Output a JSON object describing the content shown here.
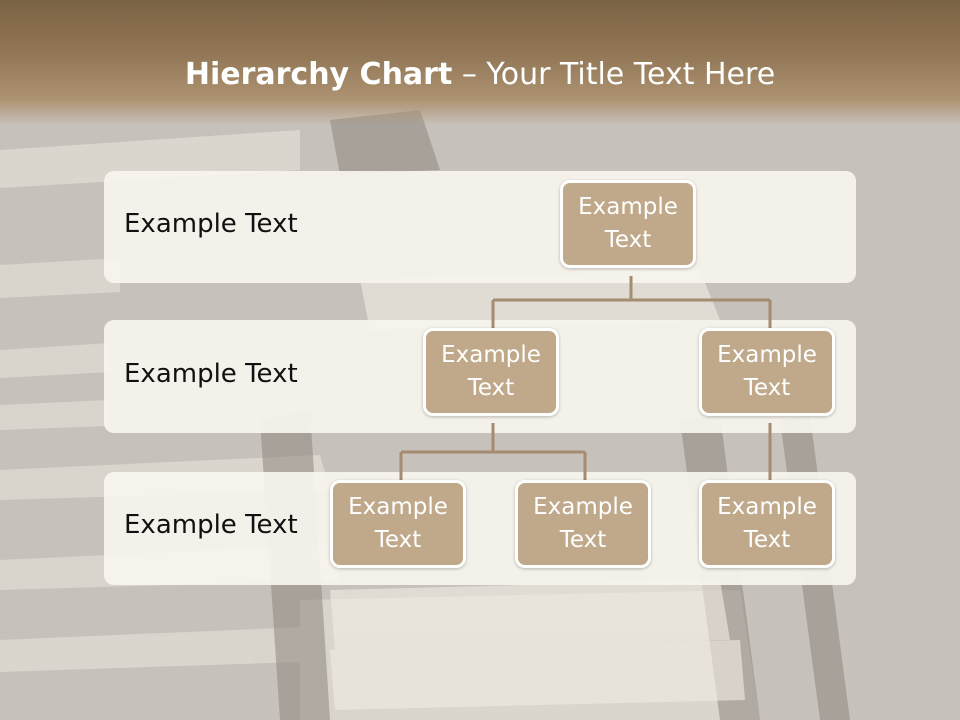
{
  "title": {
    "bold": "Hierarchy Chart",
    "rest": " – Your Title Text Here"
  },
  "levels": [
    {
      "label": "Example Text"
    },
    {
      "label": "Example Text"
    },
    {
      "label": "Example Text"
    }
  ],
  "nodes": {
    "root": "Example\nText",
    "l2_left": "Example\nText",
    "l2_right": "Example\nText",
    "l3_a": "Example\nText",
    "l3_b": "Example\nText",
    "l3_c": "Example\nText"
  },
  "colors": {
    "title_bar": "#937857",
    "node_fill": "#c0a98a",
    "connector": "#a58c70",
    "band": "#f7f4ee"
  }
}
